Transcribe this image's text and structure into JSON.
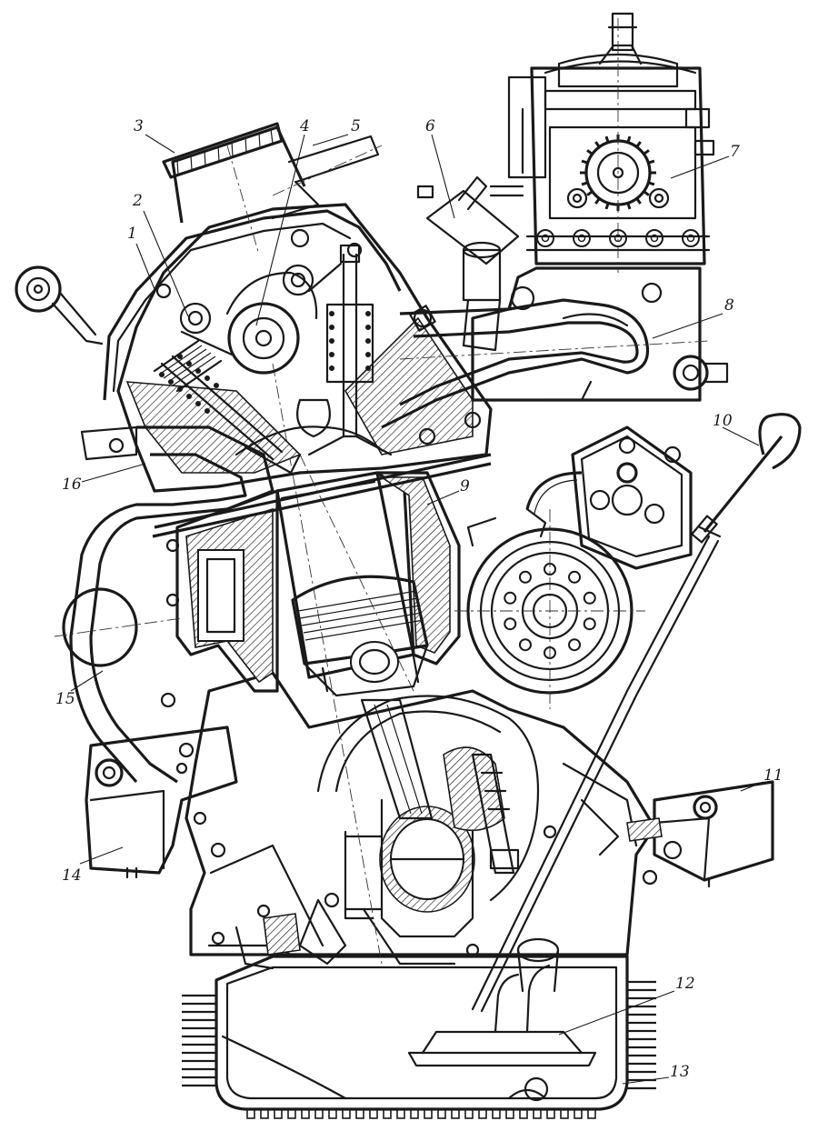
{
  "callouts": {
    "c1": "1",
    "c2": "2",
    "c3": "3",
    "c4": "4",
    "c5": "5",
    "c6": "6",
    "c7": "7",
    "c8": "8",
    "c9": "9",
    "c10": "10",
    "c11": "11",
    "c12": "12",
    "c13": "13",
    "c14": "14",
    "c15": "15",
    "c16": "16"
  },
  "colors": {
    "ink": "#1a1a1a",
    "paper": "#ffffff"
  }
}
